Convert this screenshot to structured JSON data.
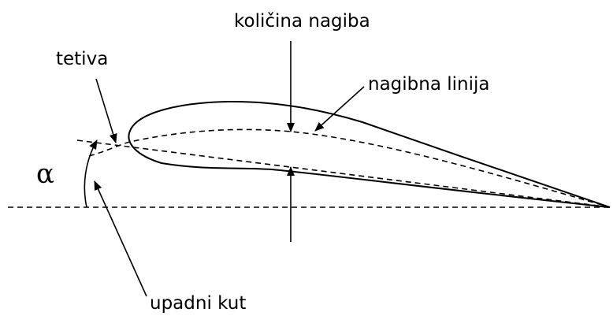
{
  "diagram": {
    "labels": {
      "camber_amount": "količina nagiba",
      "chord": "tetiva",
      "camber_line": "nagibna linija",
      "alpha": "α",
      "angle_of_attack": "upadni kut"
    }
  }
}
